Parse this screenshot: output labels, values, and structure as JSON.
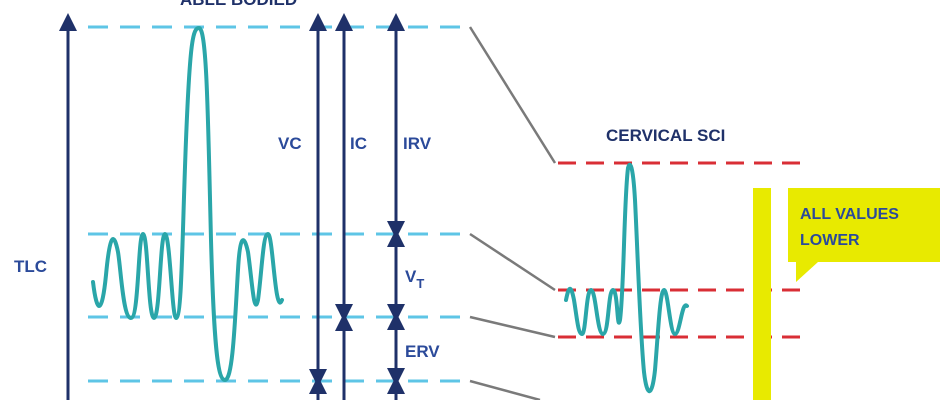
{
  "titles": {
    "able_bodied": "ABLE BODIED",
    "cervical_sci": "CERVICAL SCI"
  },
  "labels": {
    "tlc": "TLC",
    "vc": "VC",
    "ic": "IC",
    "irv": "IRV",
    "vt_main": "V",
    "vt_sub": "T",
    "erv": "ERV"
  },
  "callout": {
    "line1": "ALL VALUES",
    "line2": "LOWER"
  },
  "colors": {
    "navy": "#1f3169",
    "teal": "#2aa6a9",
    "light_blue_dash": "#5ec5e6",
    "red_dash": "#d92e35",
    "yellow": "#e8ea00",
    "connector_gray": "#7a7a7a",
    "label_text": "#2b4a9a"
  }
}
